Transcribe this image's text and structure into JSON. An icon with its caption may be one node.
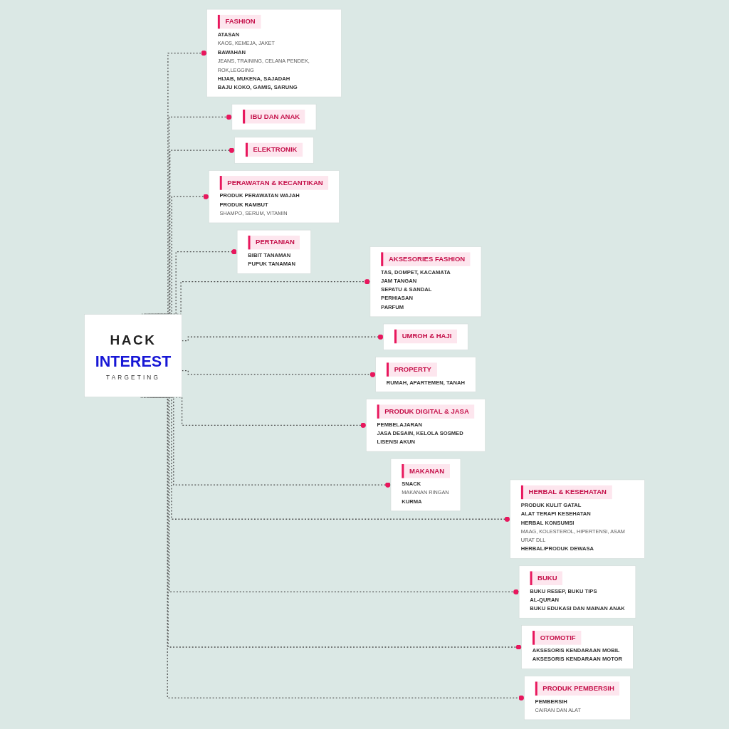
{
  "diagram": {
    "nodes": [
      {
        "text": [
          "HACK",
          "INTEREST",
          "TARGETING"
        ]
      },
      {
        "text": [
          "FASHION",
          "ATASAN",
          "KAOS, KEMEJA, JAKET",
          "BAWAHAN",
          "JEANS, TRAINING, CELANA PENDEK, ROK,LEGGING",
          "HIJAB, MUKENA, SAJADAH",
          "BAJU KOKO, GAMIS, SARUNG"
        ]
      },
      {
        "text": [
          "AKSESORIES FASHION",
          "TAS, DOMPET, KACAMATA",
          "JAM TANGAN",
          "SEPATU & SANDAL",
          "PERHIASAN",
          "PARFUM"
        ]
      },
      {
        "text": [
          "HERBAL & KESEHATAN",
          "PRODUK KULIT GATAL",
          "ALAT TERAPI KESEHATAN",
          "HERBAL KONSUMSI",
          "MAAG, KOLESTEROL, HIPERTENSI, ASAM URAT DLL",
          "HERBAL/PRODUK DEWASA"
        ]
      },
      {
        "text": [
          "BUKU",
          "BUKU RESEP, BUKU TIPS",
          "AL-QURAN",
          "BUKU EDUKASI DAN MAINAN ANAK"
        ]
      },
      {
        "text": [
          "IBU DAN ANAK"
        ]
      },
      {
        "text": [
          "UMROH & HAJI"
        ]
      },
      {
        "text": [
          "OTOMOTIF",
          "AKSESORIS KENDARAAN MOBIL",
          "AKSESORIS KENDARAAN MOTOR"
        ]
      },
      {
        "text": [
          "ELEKTRONIK"
        ]
      },
      {
        "text": [
          "PRODUK PEMBERSIH",
          "PEMBERSIH",
          "CAIRAN DAN ALAT"
        ]
      },
      {
        "text": [
          "PROPERTY",
          "RUMAH, APARTEMEN, TANAH"
        ]
      },
      {
        "text": [
          "PRODUK DIGITAL & JASA",
          "PEMBELAJARAN",
          "JASA DESAIN, KELOLA SOSMED",
          "LISENSI AKUN"
        ]
      },
      {
        "text": [
          "PERAWATAN & KECANTIKAN",
          "PRODUK PERAWATAN WAJAH",
          "PRODUK RAMBUT",
          "SHAMPO, SERUM, VITAMIN"
        ]
      },
      {
        "text": [
          "MAKANAN",
          "SNACK",
          "MAKANAN RINGAN",
          "KURMA"
        ]
      },
      {
        "text": [
          "PERTANIAN",
          "BIBIT TANAMAN",
          "PUPUK TANAMAN"
        ]
      }
    ],
    "edges": [
      {
        "from": 0,
        "to": 1,
        "arrow": "other",
        "style": "dashed"
      },
      {
        "from": 0,
        "to": 2,
        "arrow": "other",
        "style": "dashed"
      },
      {
        "from": 0,
        "to": 3,
        "arrow": "other",
        "style": "dashed"
      },
      {
        "from": 0,
        "to": 4,
        "arrow": "other",
        "style": "dashed"
      },
      {
        "from": 0,
        "to": 5,
        "arrow": "other",
        "style": "dashed"
      },
      {
        "from": 0,
        "to": 6,
        "arrow": "other",
        "style": "dashed"
      },
      {
        "from": 0,
        "to": 7,
        "arrow": "other",
        "style": "dashed"
      },
      {
        "from": 0,
        "to": 8,
        "arrow": "other",
        "style": "dashed"
      },
      {
        "from": 0,
        "to": 9,
        "arrow": "other",
        "style": "dashed"
      },
      {
        "from": 0,
        "to": 10,
        "arrow": "other",
        "style": "dashed"
      },
      {
        "from": 0,
        "to": 11,
        "arrow": "other",
        "style": "dashed"
      },
      {
        "from": 0,
        "to": 12,
        "arrow": "other",
        "style": "dashed"
      },
      {
        "from": 0,
        "to": 13,
        "arrow": "other",
        "style": "dashed"
      },
      {
        "from": 0,
        "to": 14,
        "arrow": "other",
        "style": "dashed"
      }
    ]
  }
}
